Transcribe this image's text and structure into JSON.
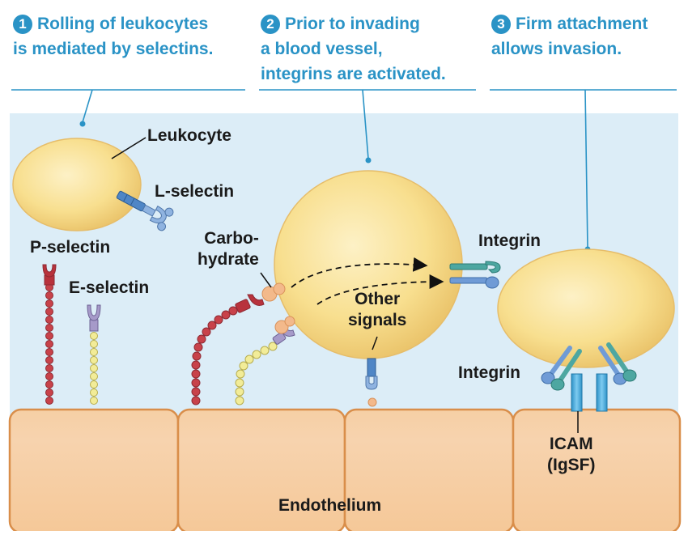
{
  "steps": [
    {
      "number": "1",
      "line1": "Rolling of leukocytes",
      "line2": "is mediated by selectins."
    },
    {
      "number": "2",
      "line1": "Prior to invading",
      "line2": "a blood vessel,",
      "line3": "integrins are activated."
    },
    {
      "number": "3",
      "line1": "Firm attachment",
      "line2": "allows invasion."
    }
  ],
  "labels": {
    "leukocyte": "Leukocyte",
    "l_selectin": "L-selectin",
    "p_selectin": "P-selectin",
    "e_selectin": "E-selectin",
    "carbohydrate_line1": "Carbo-",
    "carbohydrate_line2": "hydrate",
    "integrin_activated": "Integrin",
    "other_signals_line1": "Other",
    "other_signals_line2": "signals",
    "integrin_attached": "Integrin",
    "icam_line1": "ICAM",
    "icam_line2": "(IgSF)",
    "endothelium": "Endothelium"
  },
  "colors": {
    "accent": "#2a93c6",
    "vessel": "#dcedf7",
    "cell": "#f8df8f",
    "endothelium": "#f3c79d",
    "p_selectin": "#c8424a",
    "e_selectin": "#f2ec98",
    "integrin_teal": "#4da7a1",
    "integrin_blue": "#6f9bd6",
    "icam": "#5cb6e1"
  }
}
